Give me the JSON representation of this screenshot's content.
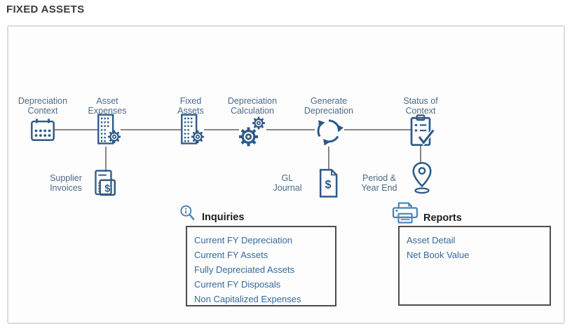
{
  "title": "FIXED ASSETS",
  "colors": {
    "icon_primary": "#2d5a87",
    "icon_secondary": "#4b82b2",
    "node_label": "#4c6a88",
    "list_link": "#35699f",
    "connector": "#868686",
    "panel_border": "#dcdcdc",
    "list_border": "#4d4d4d",
    "title_text": "#3b3b3b"
  },
  "glyphs": {
    "dollar": "$"
  },
  "flow": {
    "main_nodes": [
      {
        "line1": "Depreciation",
        "line2": "Context",
        "icon": "calendar-icon"
      },
      {
        "line1": "Asset",
        "line2": "Expenses",
        "icon": "building-gear-icon"
      },
      {
        "line1": "Fixed",
        "line2": "Assets",
        "icon": "building-gear-icon"
      },
      {
        "line1": "Depreciation",
        "line2": "Calculation",
        "icon": "gears-icon"
      },
      {
        "line1": "Generate",
        "line2": "Depreciation",
        "icon": "recycle-icon"
      },
      {
        "line1": "Status of",
        "line2": "Context",
        "icon": "clipboard-check-icon"
      }
    ],
    "sub_nodes": [
      {
        "line1": "Supplier",
        "line2": "Invoices",
        "icon": "supplier-invoices-icon"
      },
      {
        "line1": "GL",
        "line2": "Journal",
        "icon": "journal-dollar-icon"
      },
      {
        "line1": "Period &",
        "line2": "Year End",
        "icon": "map-pin-icon"
      }
    ]
  },
  "inquiries": {
    "icon": "info-magnifier-icon",
    "heading": "Inquiries",
    "items": [
      "Current FY Depreciation",
      "Current FY Assets",
      "Fully Depreciated Assets",
      "Current FY Disposals",
      "Non Capitalized Expenses"
    ]
  },
  "reports": {
    "icon": "printer-icon",
    "heading": "Reports",
    "items": [
      "Asset Detail",
      "Net Book Value"
    ]
  }
}
